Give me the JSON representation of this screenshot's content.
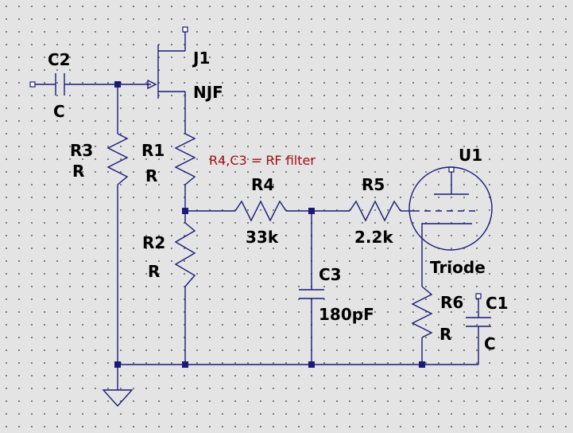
{
  "note": {
    "text": "R4,C3 = RF filter",
    "color": "#a01010"
  },
  "components": {
    "C2": {
      "ref": "C2",
      "value": "C"
    },
    "J1": {
      "ref": "J1",
      "value": "NJF"
    },
    "R3": {
      "ref": "R3",
      "value": "R"
    },
    "R1": {
      "ref": "R1",
      "value": "R"
    },
    "R2": {
      "ref": "R2",
      "value": "R"
    },
    "R4": {
      "ref": "R4",
      "value": "33k"
    },
    "R5": {
      "ref": "R5",
      "value": "2.2k"
    },
    "C3": {
      "ref": "C3",
      "value": "180pF"
    },
    "U1": {
      "ref": "U1",
      "value": "Triode"
    },
    "R6": {
      "ref": "R6",
      "value": "R"
    },
    "C1": {
      "ref": "C1",
      "value": "C"
    }
  },
  "colors": {
    "wire": "#1a1a7a",
    "background": "#e4e4e4"
  }
}
